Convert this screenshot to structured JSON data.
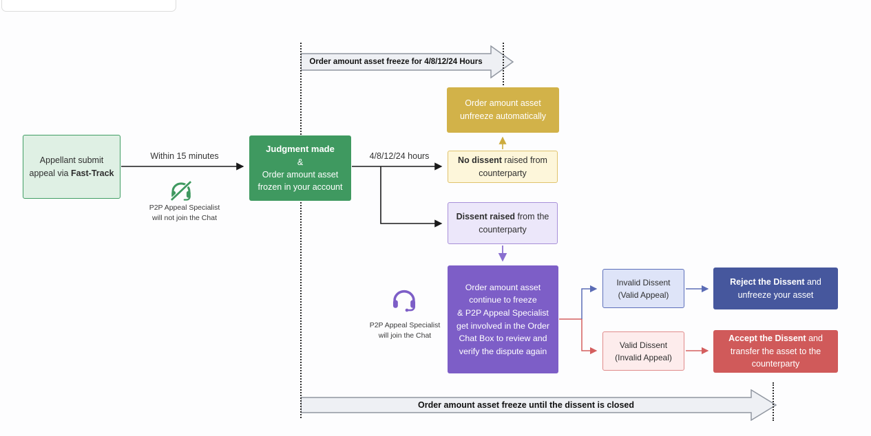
{
  "colors": {
    "green_light_fill": "#dff0e4",
    "green_border": "#3f9d63",
    "green_solid": "#3f9960",
    "gold_solid": "#d2b249",
    "yellow_light_fill": "#fdf6da",
    "yellow_border": "#e0c26b",
    "purple_solid": "#7d5ec7",
    "lavender_light_fill": "#ece7fa",
    "lavender_border": "#a78fd8",
    "blue_light_fill": "#dee4f8",
    "blue_border": "#5c6fba",
    "blue_solid": "#46579d",
    "pink_light_fill": "#fdecec",
    "pink_border": "#e08a8a",
    "red_solid": "#d05a5a",
    "block_arrow_fill": "#eef0f4",
    "block_arrow_border": "#9096a0",
    "connector_black": "#1a1a1a"
  },
  "labels": {
    "within": "Within 15 minutes",
    "hours": "4/8/12/24 hours",
    "top_arrow": "Order amount asset freeze for 4/8/12/24 Hours",
    "bottom_arrow": "Order amount asset freeze until the dissent is closed",
    "specialist_not_join_line1": "P2P Appeal Specialist",
    "specialist_not_join_line2": "will not join the Chat",
    "specialist_join_line1": "P2P Appeal Specialist",
    "specialist_join_line2": "will join the Chat"
  },
  "boxes": {
    "appellant": {
      "line1": "Appellant submit",
      "line2_pre": "appeal via ",
      "line2_bold": "Fast-Track"
    },
    "judgment": {
      "title": "Judgment made",
      "amp": "&",
      "line2": "Order amount asset",
      "line3": "frozen in your account"
    },
    "no_dissent": {
      "bold": "No dissent",
      "rest": " raised from",
      "line2": "counterparty"
    },
    "unfreeze": {
      "line1": "Order amount asset",
      "line2": "unfreeze automatically"
    },
    "dissent": {
      "bold": "Dissent raised",
      "rest": " from the",
      "line2": "counterparty"
    },
    "freeze": {
      "line1": "Order amount asset",
      "line2": "continue to freeze",
      "line3": "& P2P Appeal Specialist",
      "line4": "get involved in the Order",
      "line5": "Chat Box to review and",
      "line6": "verify the dispute again"
    },
    "invalid_dissent": {
      "line1": "Invalid Dissent",
      "line2": "(Valid Appeal)"
    },
    "valid_dissent": {
      "line1": "Valid Dissent",
      "line2": "(Invalid Appeal)"
    },
    "reject": {
      "bold": "Reject the Dissent",
      "rest": " and",
      "line2": "unfreeze your asset"
    },
    "accept": {
      "bold": "Accept the Dissent",
      "rest": " and",
      "line2": "transfer the asset to the",
      "line3": "counterparty"
    }
  }
}
